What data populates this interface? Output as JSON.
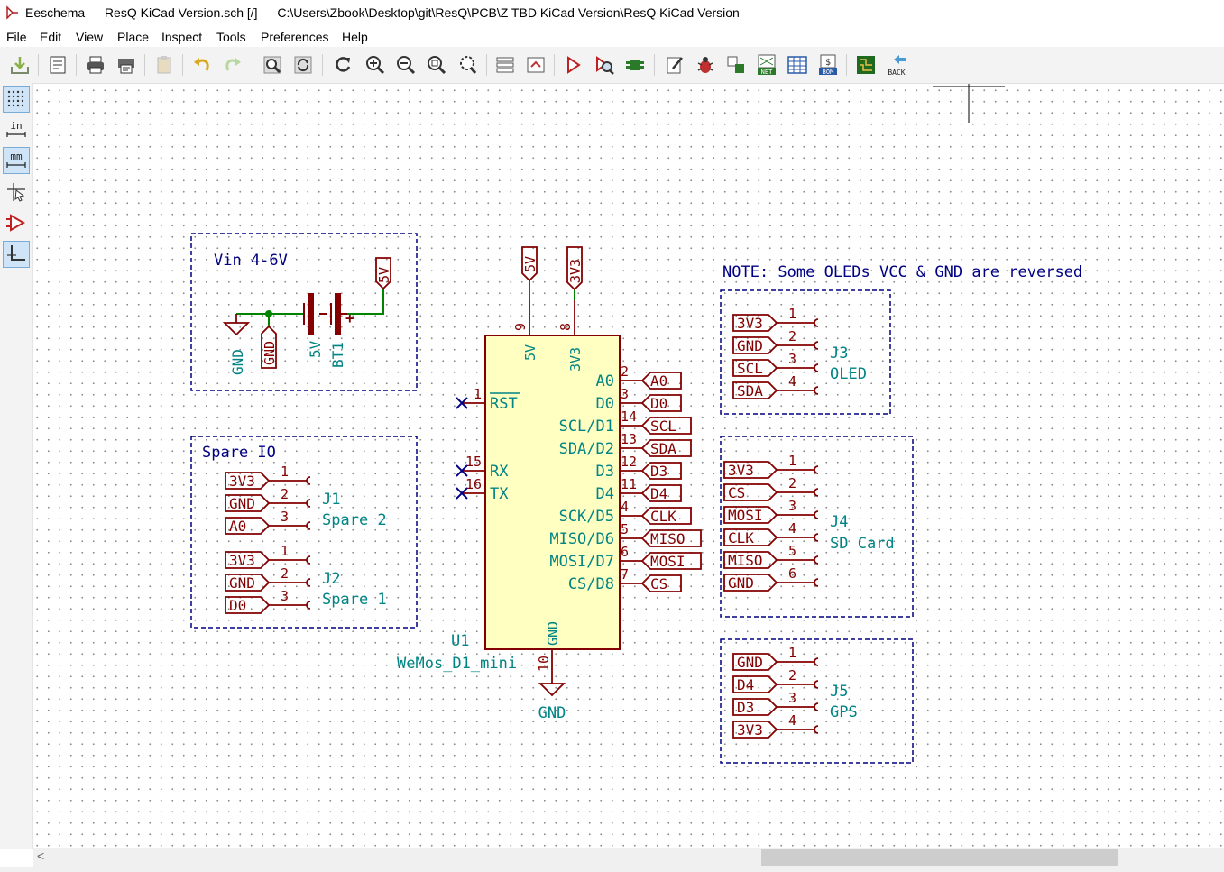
{
  "window": {
    "title": "Eeschema — ResQ KiCad Version.sch [/] — C:\\Users\\Zbook\\Desktop\\git\\ResQ\\PCB\\Z TBD KiCad Version\\ResQ KiCad Version"
  },
  "menu": [
    "File",
    "Edit",
    "View",
    "Place",
    "Inspect",
    "Tools",
    "Preferences",
    "Help"
  ],
  "toolbar": {
    "icons": [
      "save-icon",
      "page-settings-icon",
      "print-icon",
      "plot-icon",
      "paste-icon",
      "undo-icon",
      "redo-icon",
      "find-icon",
      "find-replace-icon",
      "refresh-icon",
      "zoom-in-icon",
      "zoom-out-icon",
      "zoom-fit-icon",
      "zoom-selection-icon",
      "hierarchy-navigator-icon",
      "leave-sheet-icon",
      "symbol-editor-icon",
      "symbol-browser-icon",
      "footprint-editor-icon",
      "annotate-icon",
      "erc-icon",
      "assign-footprints-icon",
      "netlist-icon",
      "bulk-edit-fields-icon",
      "bom-icon",
      "pcbnew-icon",
      "back-icon"
    ],
    "net_label": "NET",
    "bom_label": "BOM",
    "back_label": "BACK"
  },
  "left_toolbar": {
    "in_label": "in",
    "mm_label": "mm",
    "icons": [
      "grid-icon",
      "inches-icon",
      "millimeters-icon",
      "full-crosshair-icon",
      "hidden-pins-icon",
      "wire-angle-icon"
    ]
  },
  "colors": {
    "wire": "#008400",
    "symbol": "#840000",
    "body_fill": "#ffffc2",
    "value_text": "#008484",
    "note_text": "#000084",
    "no_connect": "#000084"
  },
  "schematic": {
    "vin_box": {
      "title": "Vin 4-6V",
      "gnd_symbol": "GND",
      "gnd_label": "GND",
      "batt_value": "5V",
      "batt_ref": "BT1",
      "plus": "+",
      "label_5v": "5V"
    },
    "spare_box": {
      "title": "Spare IO",
      "j1": {
        "ref": "J1",
        "value": "Spare 2",
        "pins": [
          {
            "num": "1",
            "label": "3V3"
          },
          {
            "num": "2",
            "label": "GND"
          },
          {
            "num": "3",
            "label": "A0"
          }
        ]
      },
      "j2": {
        "ref": "J2",
        "value": "Spare 1",
        "pins": [
          {
            "num": "1",
            "label": "3V3"
          },
          {
            "num": "2",
            "label": "GND"
          },
          {
            "num": "3",
            "label": "D0"
          }
        ]
      }
    },
    "u1": {
      "ref": "U1",
      "value": "WeMos_D1_mini",
      "top_labels": [
        "5V",
        "3V3"
      ],
      "top_pin_nums": [
        "9",
        "8"
      ],
      "top_pin_names": [
        "5V",
        "3V3"
      ],
      "left_pins": [
        {
          "num": "1",
          "name": "RST"
        },
        {
          "num": "15",
          "name": "RX"
        },
        {
          "num": "16",
          "name": "TX"
        }
      ],
      "right_pins": [
        {
          "num": "2",
          "name": "A0",
          "label": "A0"
        },
        {
          "num": "3",
          "name": "D0",
          "label": "D0"
        },
        {
          "num": "14",
          "name": "SCL/D1",
          "label": "SCL"
        },
        {
          "num": "13",
          "name": "SDA/D2",
          "label": "SDA"
        },
        {
          "num": "12",
          "name": "D3",
          "label": "D3"
        },
        {
          "num": "11",
          "name": "D4",
          "label": "D4"
        },
        {
          "num": "4",
          "name": "SCK/D5",
          "label": "CLK"
        },
        {
          "num": "5",
          "name": "MISO/D6",
          "label": "MISO"
        },
        {
          "num": "6",
          "name": "MOSI/D7",
          "label": "MOSI"
        },
        {
          "num": "7",
          "name": "CS/D8",
          "label": "CS"
        }
      ],
      "gnd_pin_name": "GND",
      "gnd_pin_num": "10",
      "gnd_symbol": "GND"
    },
    "note": "NOTE: Some OLEDs VCC & GND are reversed",
    "j3": {
      "ref": "J3",
      "value": "OLED",
      "pins": [
        {
          "num": "1",
          "label": "3V3"
        },
        {
          "num": "2",
          "label": "GND"
        },
        {
          "num": "3",
          "label": "SCL"
        },
        {
          "num": "4",
          "label": "SDA"
        }
      ]
    },
    "j4": {
      "ref": "J4",
      "value": "SD Card",
      "pins": [
        {
          "num": "1",
          "label": "3V3"
        },
        {
          "num": "2",
          "label": "CS"
        },
        {
          "num": "3",
          "label": "MOSI"
        },
        {
          "num": "4",
          "label": "CLK"
        },
        {
          "num": "5",
          "label": "MISO"
        },
        {
          "num": "6",
          "label": "GND"
        }
      ]
    },
    "j5": {
      "ref": "J5",
      "value": "GPS",
      "pins": [
        {
          "num": "1",
          "label": "GND"
        },
        {
          "num": "2",
          "label": "D4"
        },
        {
          "num": "3",
          "label": "D3"
        },
        {
          "num": "4",
          "label": "3V3"
        }
      ]
    }
  }
}
